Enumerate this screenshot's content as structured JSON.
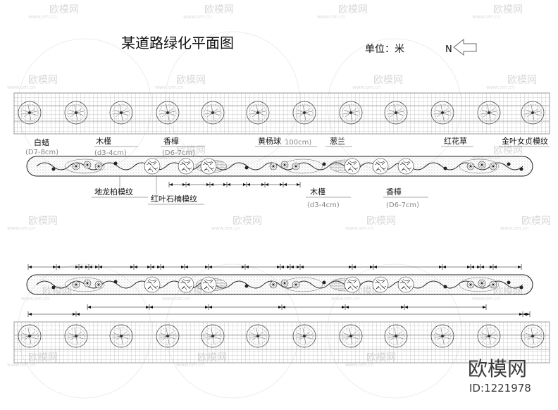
{
  "drawing": {
    "title": "某道路绿化平面图",
    "unit_label": "单位：米",
    "north_label": "N"
  },
  "plants_top": {
    "baila": "白蜡",
    "baila_spec": "(D7-8cm)",
    "mujin1": "木槿",
    "mujin1_spec": "(d3-4cm)",
    "xiangzhang1": "香樟",
    "xiangzhang1_spec": "(D6-7cm)",
    "huangyang": "黄杨球",
    "huangyang_spec": "100cm)",
    "conglan": "葱兰",
    "honghuacao": "红花草",
    "jinye": "金叶女贞模纹"
  },
  "plants_bottom": {
    "dilongbai": "地龙柏模纹",
    "hongyeshinan": "红叶石楠模纹",
    "mujin2": "木槿",
    "mujin2_spec": "(d3-4cm)",
    "xiangzhang2": "香樟",
    "xiangzhang2_spec": "(D6-7cm)"
  },
  "watermark": {
    "brand": "欧模网",
    "url": "www.om.cn",
    "id": "ID:1221978"
  },
  "colors": {
    "line": "#222222",
    "grid": "#9a9a9a",
    "watermark": "#d9d9d9",
    "spec": "#888888"
  }
}
